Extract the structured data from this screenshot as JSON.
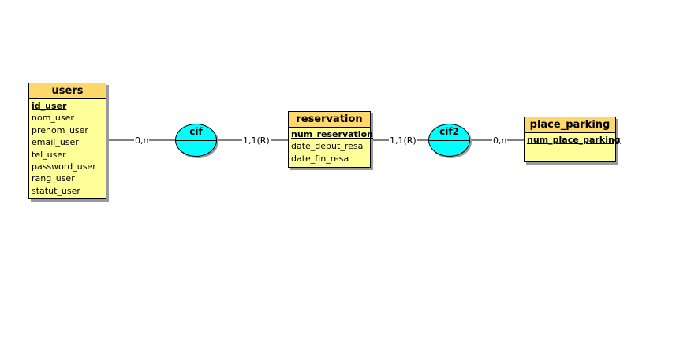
{
  "entities": {
    "users": {
      "name": "users",
      "attributes": [
        {
          "name": "id_user",
          "pk": true
        },
        {
          "name": "nom_user",
          "pk": false
        },
        {
          "name": "prenom_user",
          "pk": false
        },
        {
          "name": "email_user",
          "pk": false
        },
        {
          "name": "tel_user",
          "pk": false
        },
        {
          "name": "password_user",
          "pk": false
        },
        {
          "name": "rang_user",
          "pk": false
        },
        {
          "name": "statut_user",
          "pk": false
        }
      ]
    },
    "reservation": {
      "name": "reservation",
      "attributes": [
        {
          "name": "num_reservation",
          "pk": true
        },
        {
          "name": "date_debut_resa",
          "pk": false
        },
        {
          "name": "date_fin_resa",
          "pk": false
        }
      ]
    },
    "place_parking": {
      "name": "place_parking",
      "attributes": [
        {
          "name": "num_place_parking",
          "pk": true
        }
      ]
    }
  },
  "associations": {
    "cif": {
      "name": "cif"
    },
    "cif2": {
      "name": "cif2"
    }
  },
  "cardinalities": {
    "users_cif": "0,n",
    "reservation_cif": "1,1(R)",
    "reservation_cif2": "1,1(R)",
    "place_parking_cif2": "0,n"
  },
  "colors": {
    "entity_header": "#ffd86b",
    "entity_body": "#ffff99",
    "association": "#00ffff"
  }
}
